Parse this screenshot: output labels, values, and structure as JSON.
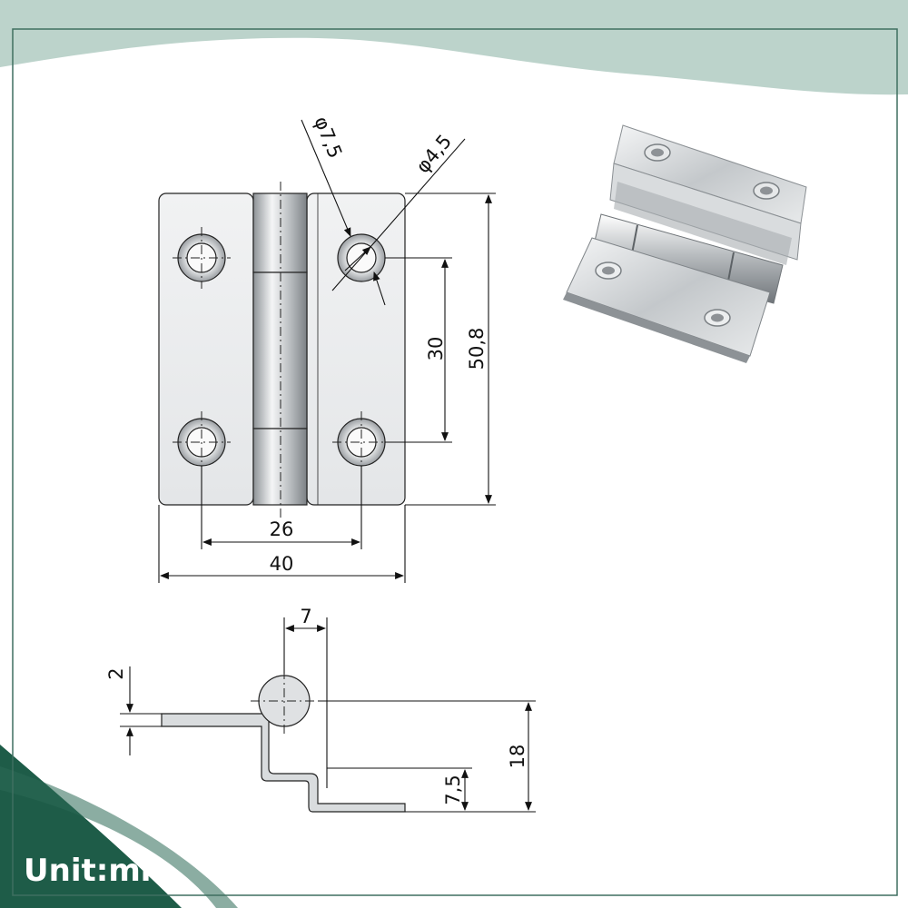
{
  "unit_label": "Unit:mm",
  "front_view": {
    "hole_large_dia": "φ7,5",
    "hole_small_dia": "φ4,5",
    "hole_spacing_vertical": "30",
    "overall_height": "50,8",
    "hole_spacing_horizontal": "26",
    "overall_width": "40"
  },
  "side_view": {
    "knuckle_offset": "7",
    "plate_thickness": "2",
    "overall_depth": "18",
    "lower_offset": "7,5"
  },
  "colors": {
    "band_top": "#bcd3cb",
    "band_bottom": "#1e5c48",
    "frame": "#3f6f60",
    "steel": "#c8cccf"
  },
  "icons": [
    "hinge-product-photo-icon"
  ]
}
